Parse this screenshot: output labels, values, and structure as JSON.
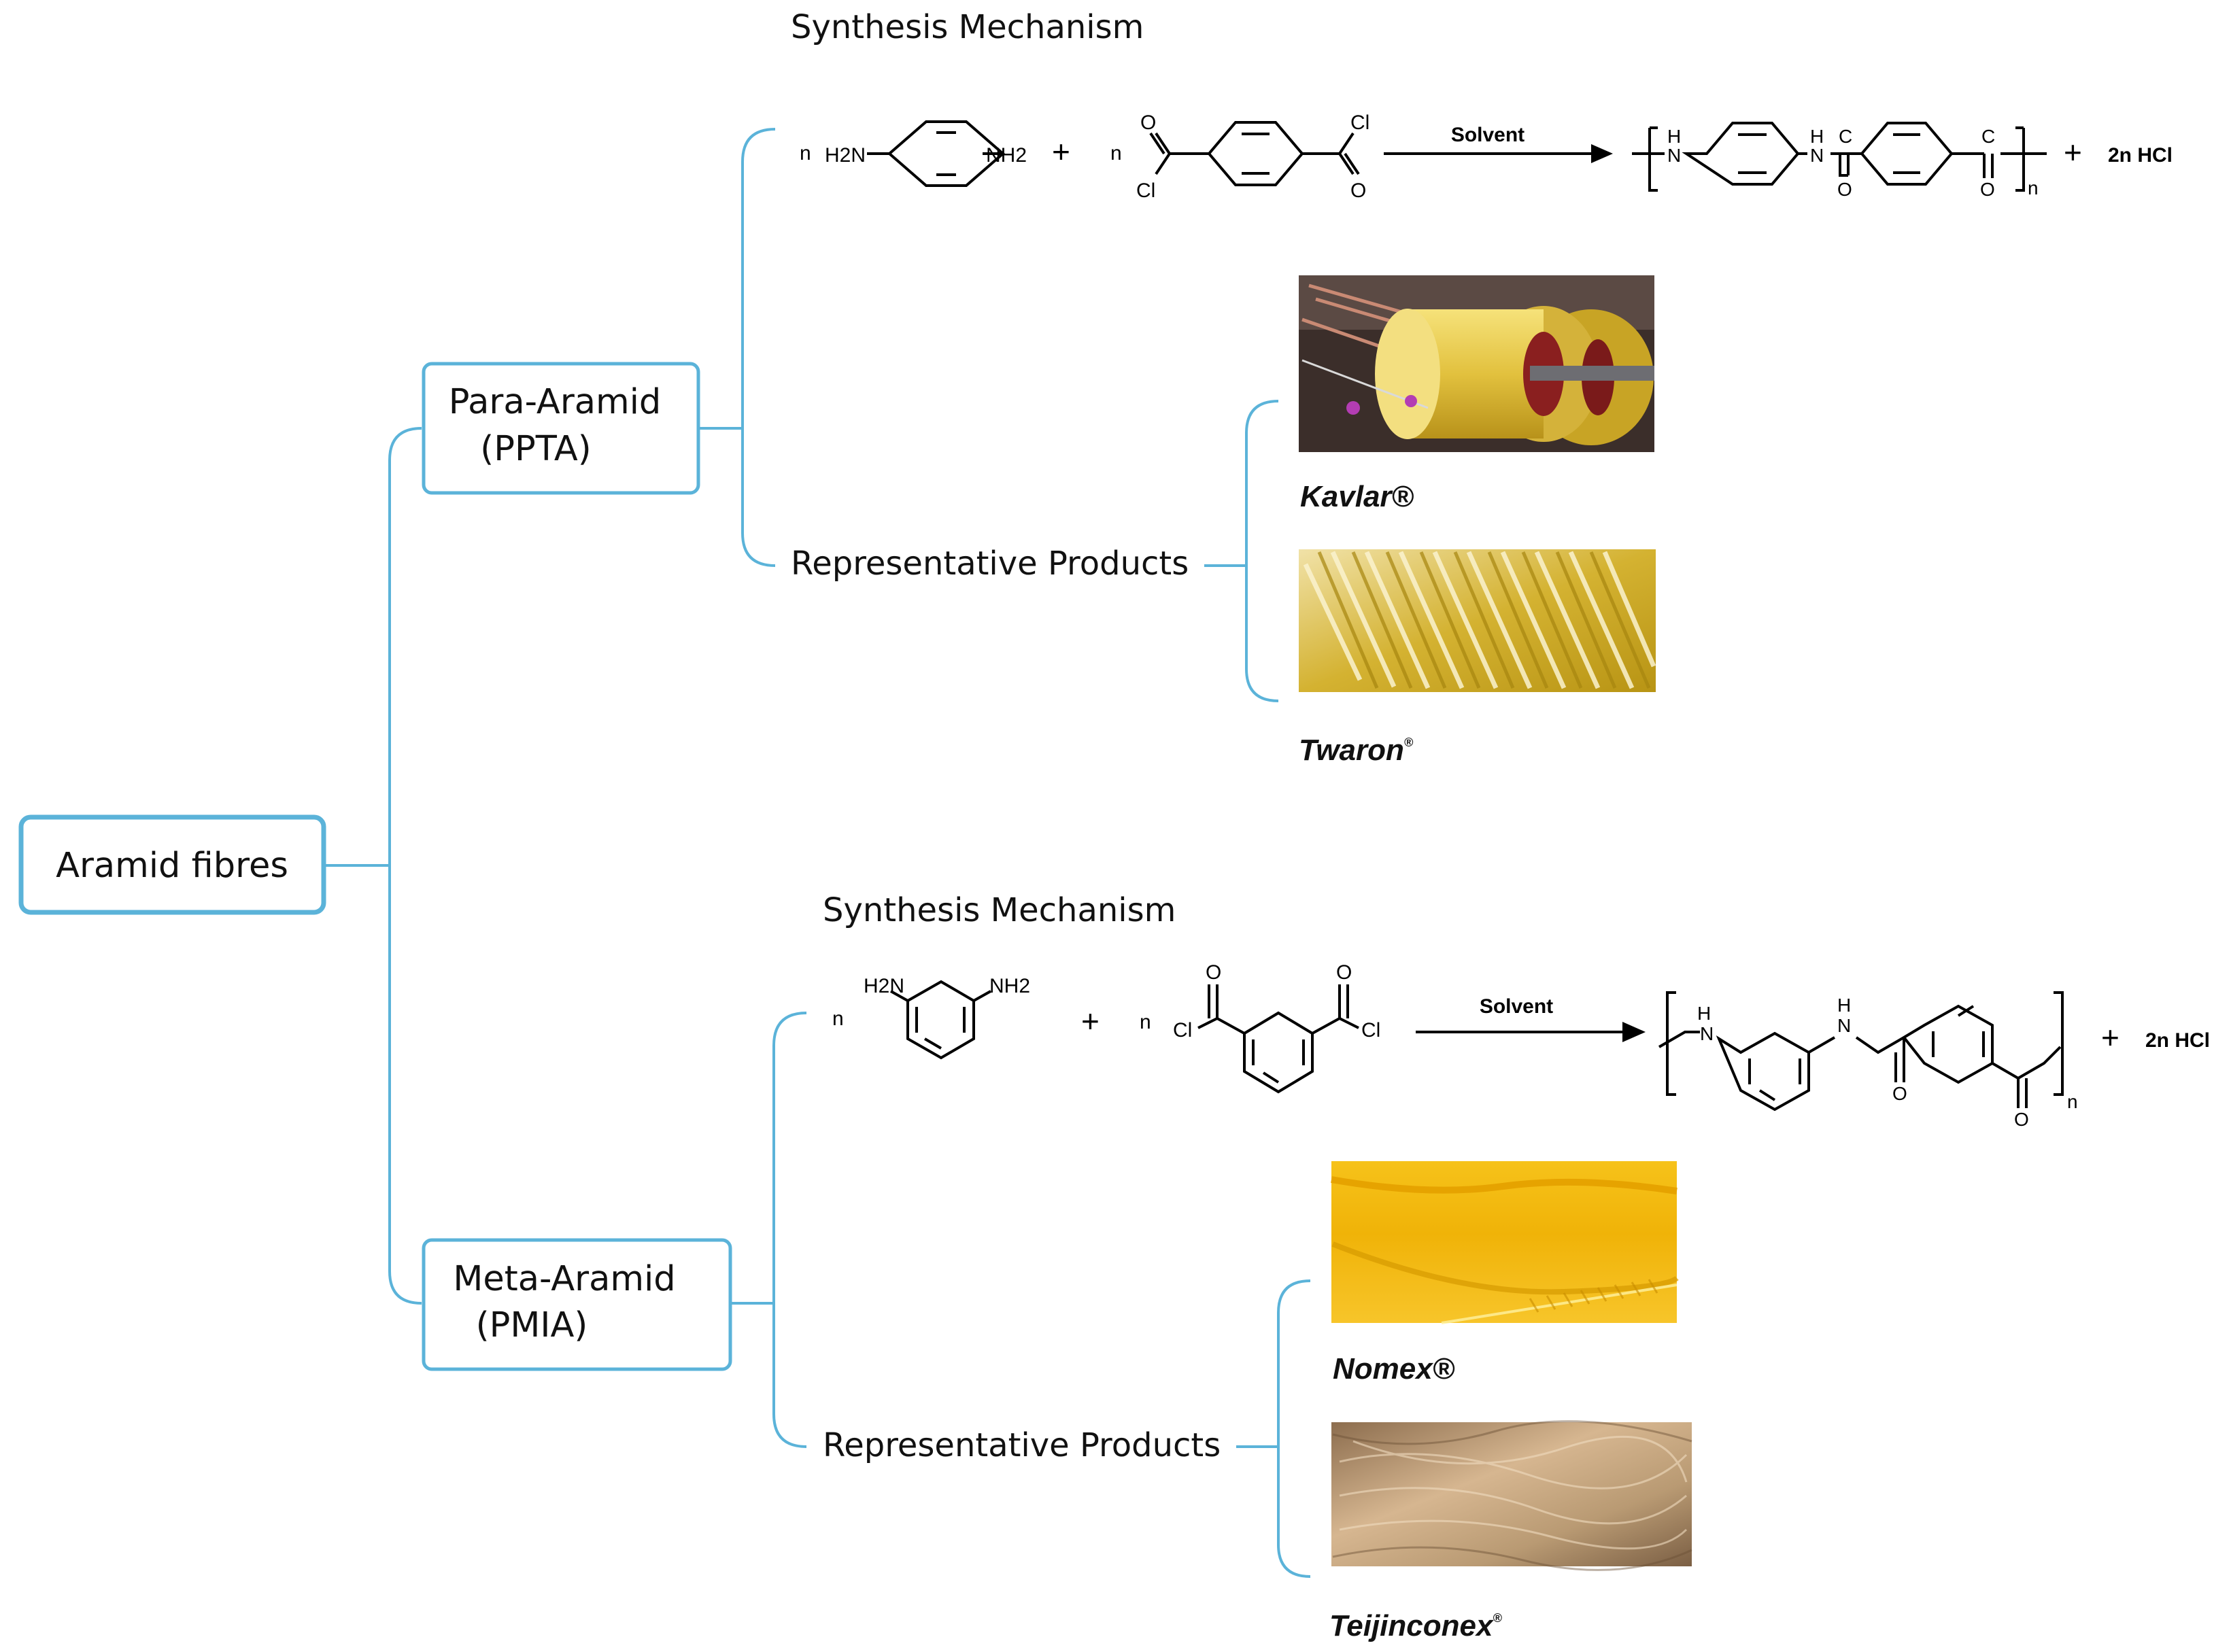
{
  "root": {
    "label": "Aramid fibres"
  },
  "branches": [
    {
      "name_line1": "Para-Aramid",
      "name_line2": "(PPTA)",
      "synthesis_title": "Synthesis Mechanism",
      "products_title": "Representative Products",
      "reaction": {
        "coef_1": "n",
        "amine_left": "H2N",
        "amine_right": "NH2",
        "plus_1": "+",
        "coef_2": "n",
        "chloride_top": "Cl",
        "chloride_bottom": "Cl",
        "oxygen_top": "O",
        "oxygen_bottom": "O",
        "solvent": "Solvent",
        "nh_1": "H",
        "nh_1b": "N",
        "nh_2": "H",
        "nh_2b": "N",
        "carbon_1": "C",
        "carbon_2": "C",
        "oxygen_p1": "O",
        "oxygen_p2": "O",
        "subscript_n": "n",
        "plus_2": "+",
        "byproduct": "2n  HCl"
      },
      "products": [
        {
          "brand": "Kavlar®",
          "swatch": "yarn-bobbins-photo"
        },
        {
          "brand": "Twaron",
          "mark": "®",
          "swatch": "fibre-strands-photo"
        }
      ]
    },
    {
      "name_line1": "Meta-Aramid",
      "name_line2": "(PMIA)",
      "synthesis_title": "Synthesis Mechanism",
      "products_title": "Representative Products",
      "reaction": {
        "coef_1": "n",
        "amine_left": "H2N",
        "amine_right": "NH2",
        "plus_1": "+",
        "coef_2": "n",
        "chloride_left": "Cl",
        "chloride_right": "Cl",
        "oxygen_left": "O",
        "oxygen_right": "O",
        "solvent": "Solvent",
        "nh_1": "H",
        "nh_1b": "N",
        "nh_2": "H",
        "nh_2b": "N",
        "oxygen_p1": "O",
        "oxygen_p2": "O",
        "subscript_n": "n",
        "plus_2": "+",
        "byproduct": "2n  HCl"
      },
      "products": [
        {
          "brand": "Nomex®",
          "swatch": "yellow-fabric-photo"
        },
        {
          "brand": "Teijinconex",
          "mark": "®",
          "swatch": "beige-fibre-photo"
        }
      ]
    }
  ],
  "colors": {
    "connector": "#5bb3d9",
    "box_border": "#5bb3d9",
    "text": "#111111",
    "kevlar_yarn": "#e3c446",
    "twaron_fibre": "#cfae2b",
    "nomex_fabric": "#f2b90c",
    "conex_fibre": "#c9a67c"
  }
}
